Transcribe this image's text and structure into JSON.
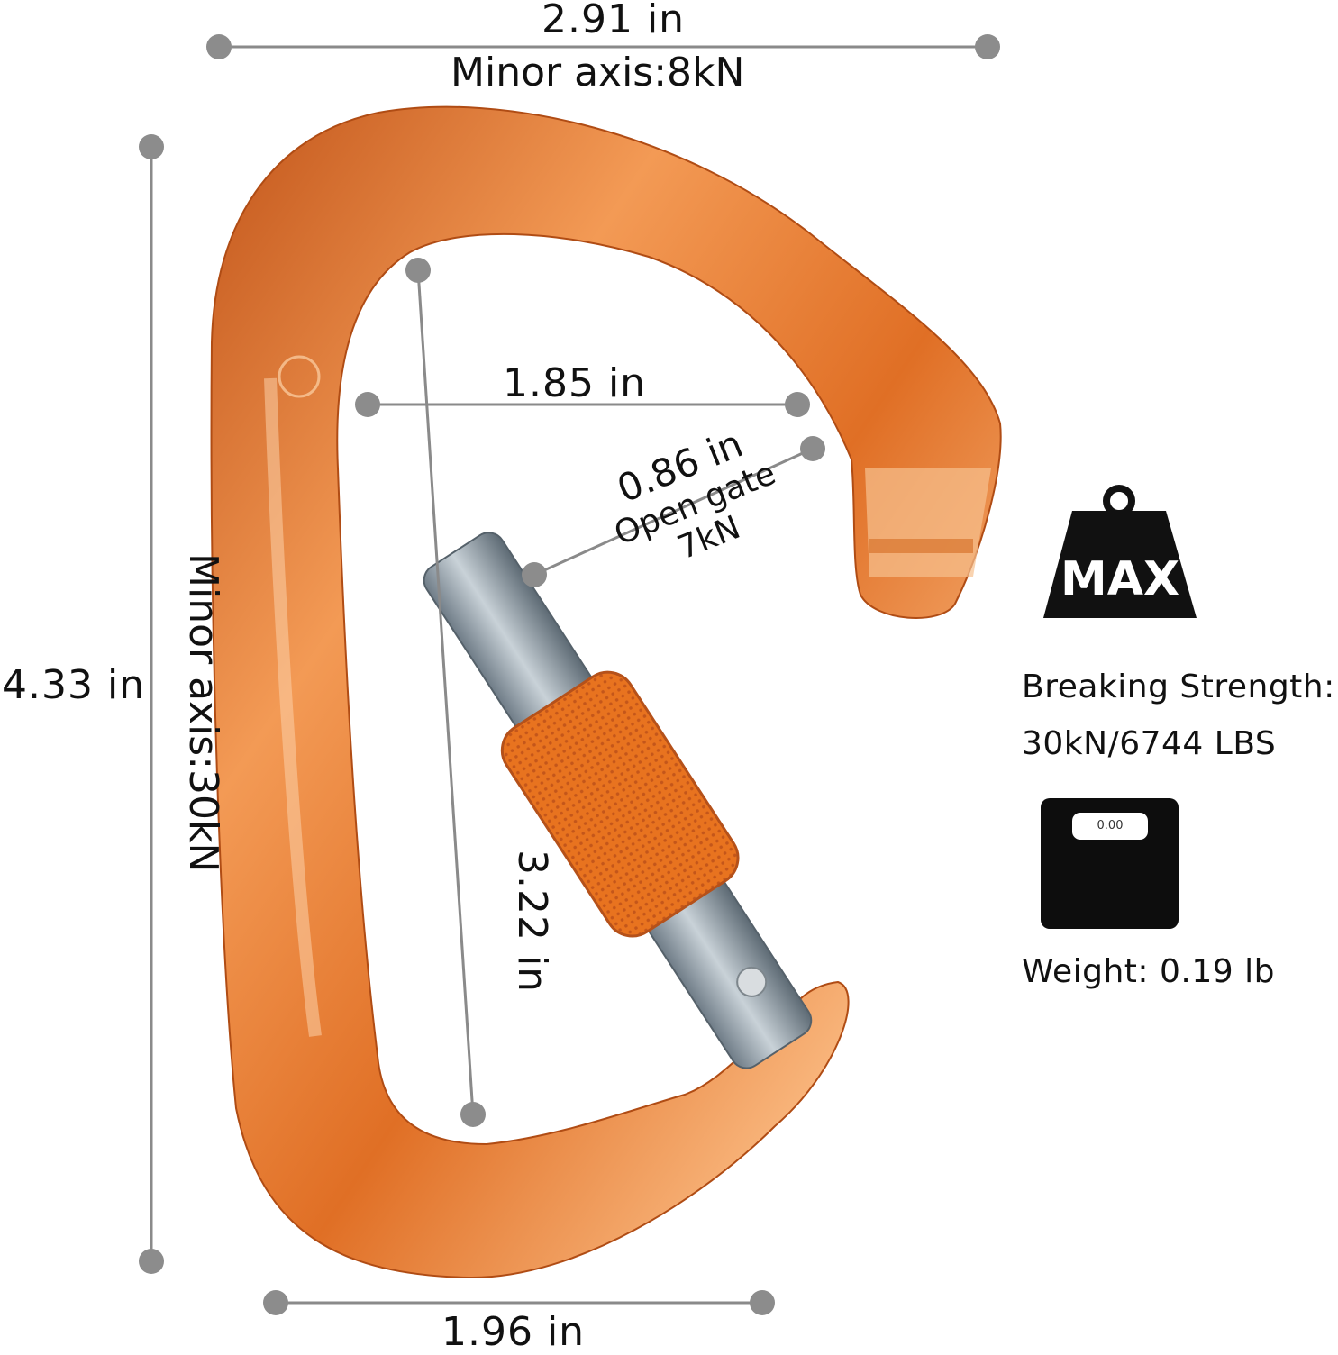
{
  "dimensions": {
    "top_width": "2.91 in",
    "top_axis": "Minor axis:8kN",
    "height": "4.33 in",
    "side_axis": "Minor axis:30kN",
    "inner_width": "1.85 in",
    "gate_opening": "0.86 in",
    "gate_label": "Open gate",
    "gate_strength": "7kN",
    "inner_length": "3.22 in",
    "bottom_width": "1.96 in"
  },
  "specs": {
    "max_icon_text": "MAX",
    "breaking_label": "Breaking Strength:",
    "breaking_value": "30kN/6744 LBS",
    "scale_reading": "0.00",
    "weight": "Weight: 0.19 lb"
  },
  "colors": {
    "carabiner": "#e0701f",
    "carabiner_highlight": "#f6b57a",
    "gate": "#8e9ba6",
    "dimension_line": "#8a8a8a",
    "dot": "#8c8c8c"
  },
  "icons": [
    "weight-max-icon",
    "scale-icon"
  ]
}
